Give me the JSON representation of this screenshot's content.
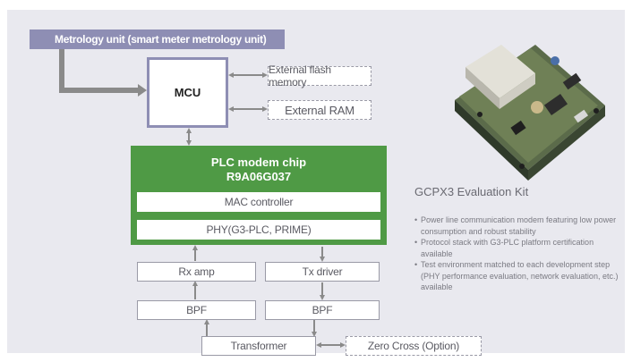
{
  "metrology_bar": {
    "label": "Metrology unit (smart meter metrology unit)"
  },
  "mcu": {
    "label": "MCU"
  },
  "external_flash": {
    "label": "External flash memory"
  },
  "external_ram": {
    "label": "External RAM"
  },
  "plc_chip": {
    "title_line1": "PLC modem chip",
    "title_line2": "R9A06G037",
    "mac_label": "MAC controller",
    "phy_label": "PHY(G3-PLC, PRIME)"
  },
  "rx_amp": {
    "label": "Rx amp"
  },
  "tx_driver": {
    "label": "Tx driver"
  },
  "bpf_left": {
    "label": "BPF"
  },
  "bpf_right": {
    "label": "BPF"
  },
  "transformer": {
    "label": "Transformer"
  },
  "zero_cross": {
    "label": "Zero Cross (Option)"
  },
  "kit": {
    "title": "GCPX3 Evaluation Kit",
    "bullets": [
      "Power line communication modem featuring low power consumption and robust stability",
      "Protocol stack with G3-PLC platform certification available",
      "Test environment matched to each development step (PHY performance evaluation, network evaluation, etc.) available"
    ]
  },
  "colors": {
    "panel_bg": "#e9e9ef",
    "metrology_purple": "#8e8eb4",
    "plc_green": "#4f9a45",
    "connector_gray": "#8a8a8a"
  }
}
